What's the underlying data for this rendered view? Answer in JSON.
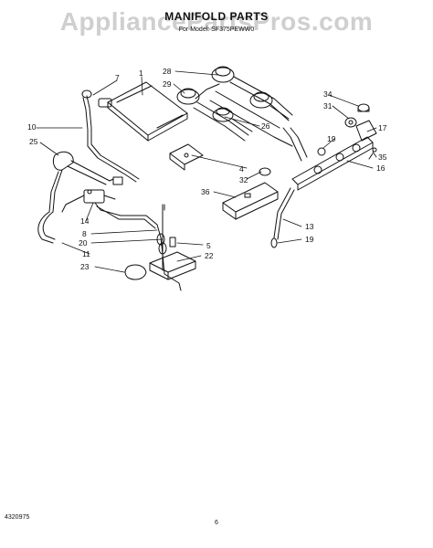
{
  "watermark": "AppliancePartsPros.com",
  "title": "MANIFOLD PARTS",
  "subtitle": "For Model: SF375PEWW0",
  "doc_number": "4320975",
  "page_number": "6",
  "callouts": [
    "1",
    "4",
    "5",
    "7",
    "8",
    "10",
    "11",
    "13",
    "14",
    "16",
    "17",
    "19",
    "19",
    "20",
    "22",
    "23",
    "25",
    "26",
    "28",
    "29",
    "31",
    "32",
    "34",
    "35",
    "36"
  ]
}
